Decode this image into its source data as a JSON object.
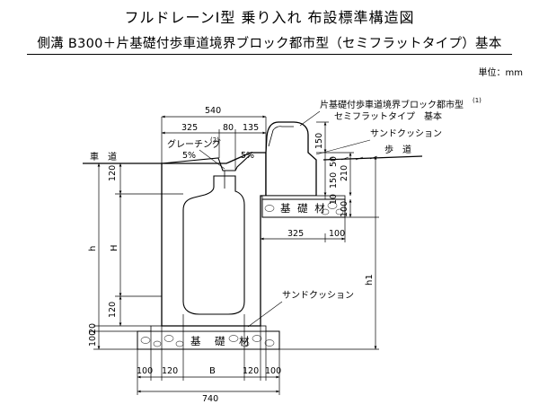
{
  "header": {
    "title": "フルドレーンⅠ型 乗り入れ 布設標準構造図",
    "subtitle": "側溝 B300＋片基礎付歩車道境界ブロック都市型（セミフラットタイプ）基本",
    "unit": "単位：mm"
  },
  "labels": {
    "carriageway": "車　道",
    "sidewalk": "歩　道",
    "grating": "グレーチング",
    "grating_note": "(2)",
    "slope_left": "5%",
    "slope_right": "5%",
    "curb_block_line1": "片基礎付歩車道境界ブロック都市型",
    "curb_block_note": "(1)",
    "curb_block_line2": "セミフラットタイプ　基本",
    "sand_cushion_top": "サンドクッション",
    "sand_cushion_bottom": "サンドクッション",
    "base_right": "基 礎 材",
    "base_bottom": "基　礎　材",
    "h": "h",
    "H": "H",
    "h1": "h1"
  },
  "dimensions": {
    "top_total": "540",
    "top_325": "325",
    "top_80": "80",
    "top_135": "135",
    "curb_150": "150",
    "curb_50": "50",
    "curb_150b": "150",
    "curb_210": "210",
    "curb_10": "10",
    "curb_100": "100",
    "left_120_top": "120",
    "left_120_bottom": "120",
    "left_100": "100",
    "left_20": "20",
    "ledge_325": "325",
    "ledge_100": "100",
    "bottom_100a": "100",
    "bottom_120a": "120",
    "bottom_B": "B",
    "bottom_120b": "120",
    "bottom_100b": "100",
    "bottom_total": "740"
  }
}
